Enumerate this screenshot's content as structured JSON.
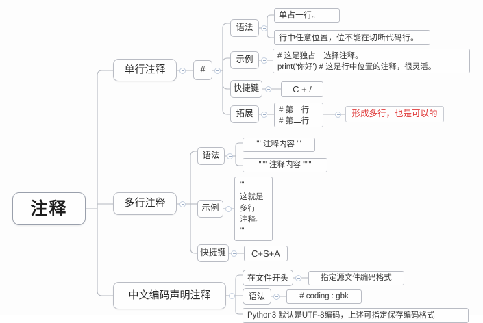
{
  "title": "注释",
  "diagram": {
    "type": "mind-map",
    "root": {
      "label": "注释"
    },
    "branches": [
      {
        "label": "单行注释",
        "children": [
          {
            "label": "#",
            "children": [
              {
                "label": "语法",
                "items": [
                  "单占一行。",
                  "行中任意位置，位不能在切断代码行。"
                ]
              },
              {
                "label": "示例",
                "items": [
                  "# 这是独占一选择注释。\nprint('你好') # 这是行中位置的注释，很灵活。"
                ]
              },
              {
                "label": "快捷键",
                "items": [
                  "C + /"
                ]
              },
              {
                "label": "拓展",
                "items": [
                  "# 第一行\n# 第二行"
                ],
                "annotation": "形成多行，也是可以的"
              }
            ]
          }
        ]
      },
      {
        "label": "多行注释",
        "children": [
          {
            "label": "语法",
            "items": [
              "''' 注释内容 '''",
              "\"\"\" 注释内容 \"\"\""
            ]
          },
          {
            "label": "示例",
            "items": [
              "'''\n这就是\n多行\n注释。\n'''"
            ]
          },
          {
            "label": "快捷键",
            "items": [
              "C+S+A"
            ]
          }
        ]
      },
      {
        "label": "中文编码声明注释",
        "children": [
          {
            "label": "在文件开头",
            "items": [
              "指定源文件编码格式"
            ]
          },
          {
            "label": "语法",
            "items": [
              "# coding : gbk"
            ]
          },
          {
            "label": "Python",
            "items": [
              "Python3 默认是UTF-8编码，上述可指定保存编码格式"
            ]
          }
        ]
      }
    ]
  },
  "nodes": {
    "root": "注释",
    "b1": "单行注释",
    "b1_hash": "#",
    "b1_syntax": "语法",
    "b1_syntax_1": "单占一行。",
    "b1_syntax_2": "行中任意位置，位不能在切断代码行。",
    "b1_example": "示例",
    "b1_example_1": "# 这是独占一选择注释。\nprint('你好') # 这是行中位置的注释，很灵活。",
    "b1_shortcut": "快捷键",
    "b1_shortcut_1": "C + /",
    "b1_extend": "拓展",
    "b1_extend_1": "# 第一行\n# 第二行",
    "b1_extend_note": "形成多行，也是可以的",
    "b2": "多行注释",
    "b2_syntax": "语法",
    "b2_syntax_1": "''' 注释内容 '''",
    "b2_syntax_2": "\"\"\" 注释内容 \"\"\"",
    "b2_example": "示例",
    "b2_example_l1": "'''",
    "b2_example_l2": "这就是",
    "b2_example_l3": "多行",
    "b2_example_l4": "注释。",
    "b2_example_l5": "'''",
    "b2_shortcut": "快捷键",
    "b2_shortcut_1": "C+S+A",
    "b3": "中文编码声明注释",
    "b3_head": "在文件开头",
    "b3_head_1": "指定源文件编码格式",
    "b3_syntax": "语法",
    "b3_syntax_1": "# coding : gbk",
    "b3_python_1": "Python3 默认是UTF-8编码，上述可指定保存编码格式"
  },
  "colors": {
    "background": "#fdfdfd",
    "node_fill": "#fefefe",
    "node_border": "#b9bcc4",
    "edge": "#b4b8c0",
    "text": "#2f2f2f",
    "accent_red": "#e03b3b",
    "toggle_border": "#c3cede"
  }
}
